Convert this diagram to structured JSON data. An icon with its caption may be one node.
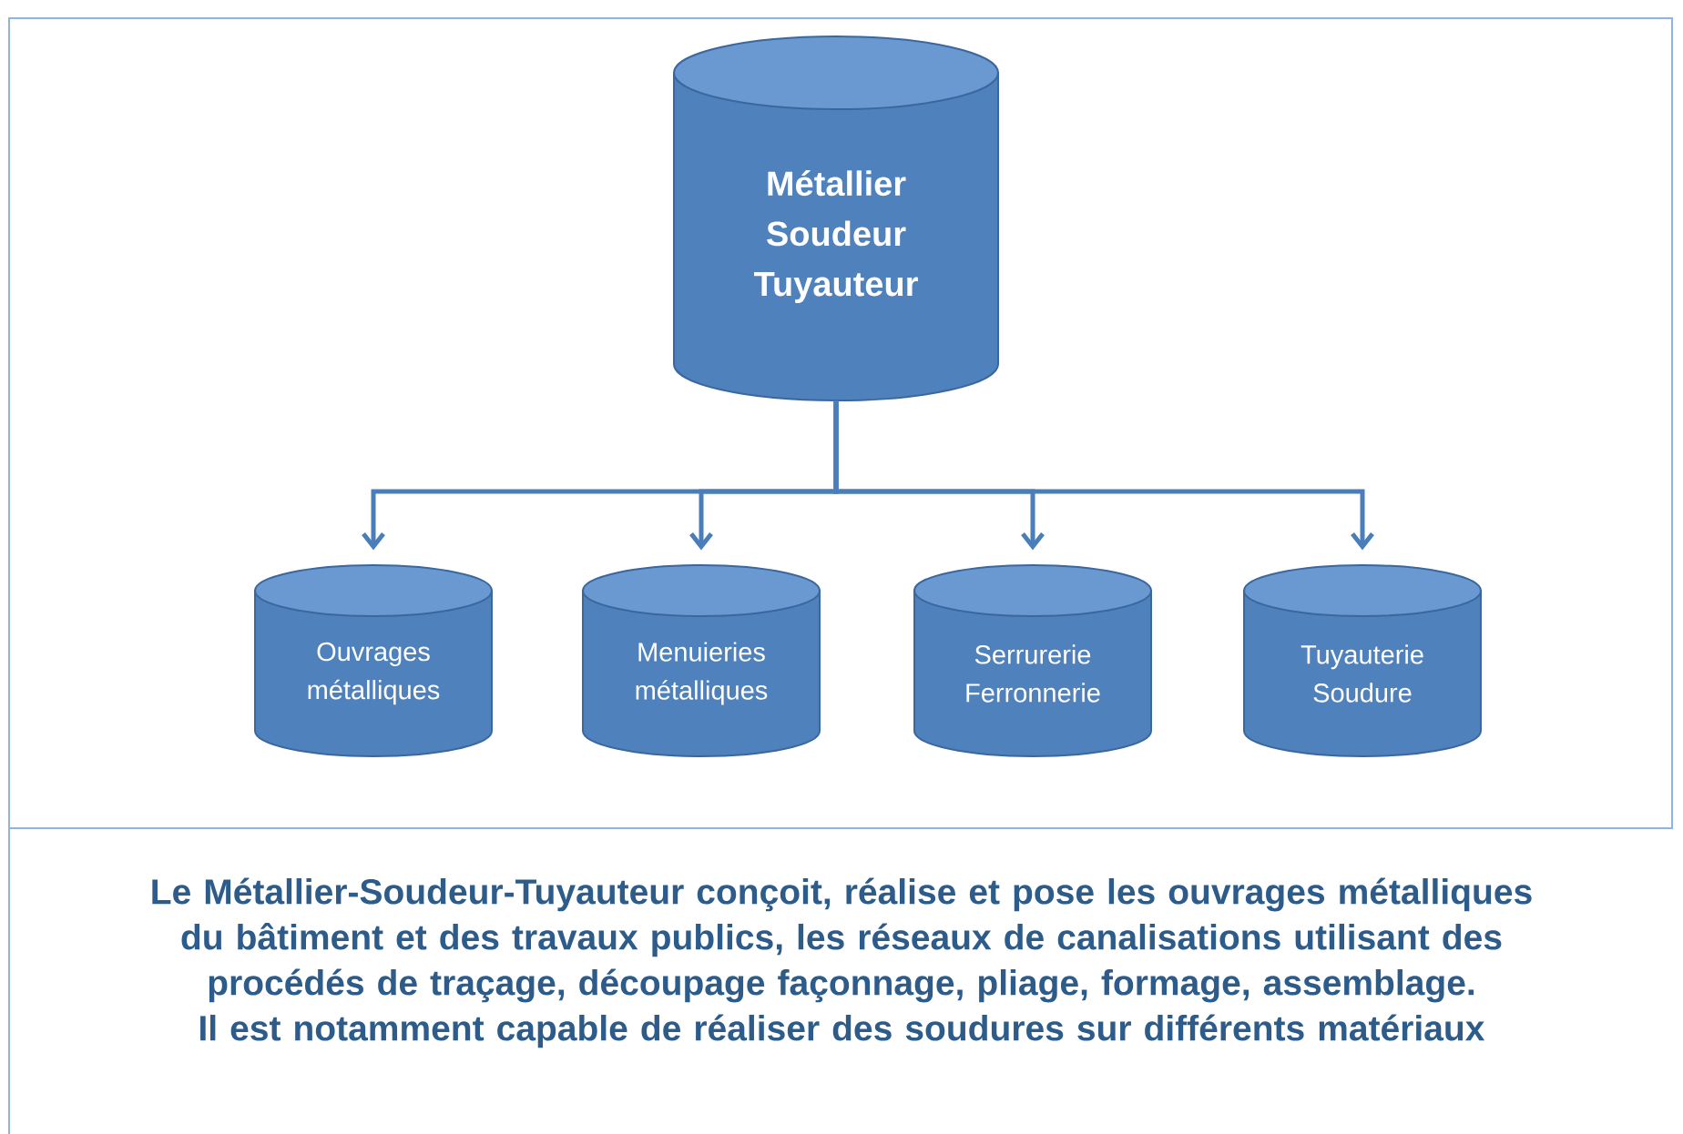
{
  "diagram": {
    "caption": "Le Métallier-Soudeur-Tuyauteur conçoit, réalise et pose les ouvrages métalliques du bâtiment et des travaux publics, les réseaux de canalisations utilisant des procédés de traçage, découpage façonnage, pliage, formage, assemblage. Il est notamment capable de réaliser des soudures sur différents matériaux",
    "nodes": [
      {
        "text": [
          "Métallier Soudeur Tuyauteur"
        ]
      },
      {
        "text": [
          "Ouvrages métalliques"
        ]
      },
      {
        "text": [
          "Menuieries métalliques"
        ]
      },
      {
        "text": [
          "Serrurerie Ferronnerie"
        ]
      },
      {
        "text": [
          "Tuyauterie Soudure"
        ]
      }
    ],
    "edges": [
      {
        "from": 0,
        "to": 1,
        "arrow": "to"
      },
      {
        "from": 0,
        "to": 2,
        "arrow": "to"
      },
      {
        "from": 0,
        "to": 3,
        "arrow": "to"
      },
      {
        "from": 0,
        "to": 4,
        "arrow": "to"
      }
    ]
  }
}
